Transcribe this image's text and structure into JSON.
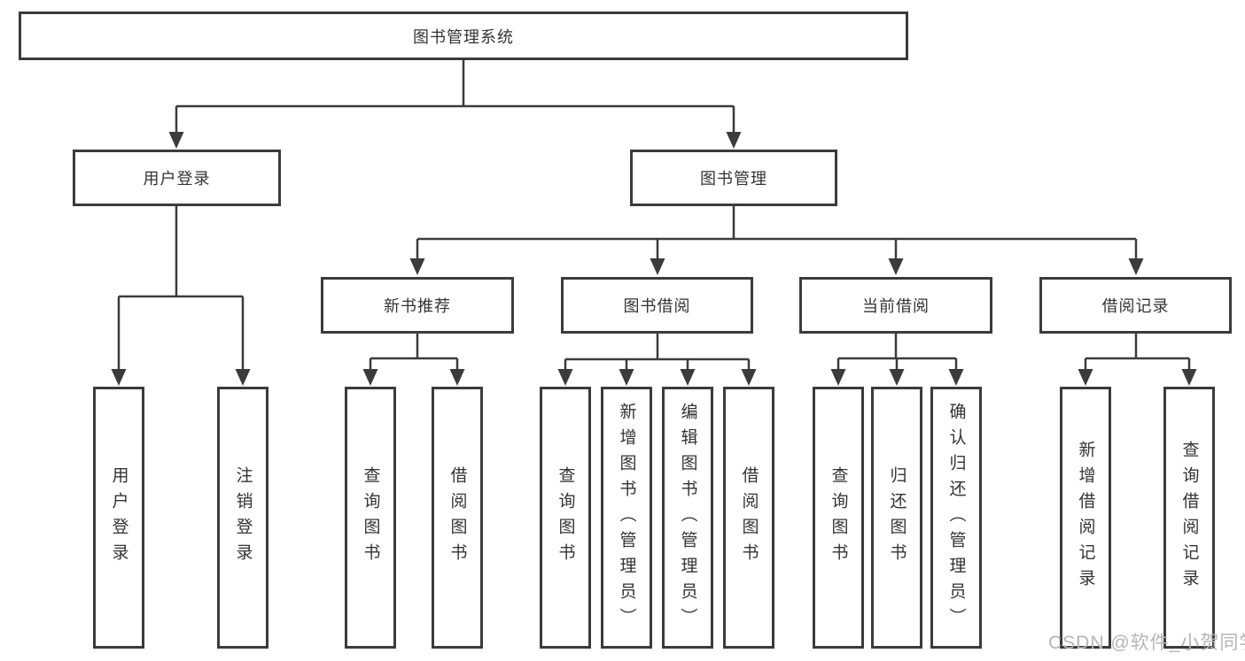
{
  "tree": {
    "root": "图书管理系统",
    "children": [
      {
        "label": "用户登录",
        "children": [
          "用户登录",
          "注销登录"
        ]
      },
      {
        "label": "图书管理",
        "children": [
          {
            "label": "新书推荐",
            "children": [
              "查询图书",
              "借阅图书"
            ]
          },
          {
            "label": "图书借阅",
            "children": [
              "查询图书",
              "新增图书（管理员）",
              "编辑图书（管理员）",
              "借阅图书"
            ]
          },
          {
            "label": "当前借阅",
            "children": [
              "查询图书",
              "归还图书",
              "确认归还（管理员）"
            ]
          },
          {
            "label": "借阅记录",
            "children": [
              "新增借阅记录",
              "查询借阅记录"
            ]
          }
        ]
      }
    ]
  },
  "watermark": {
    "text": "CSDN @软件_小贺同学"
  },
  "colors": {
    "line": "#3b3b3b",
    "text": "#333333",
    "watermark": "#b5b5b5",
    "background": "#ffffff"
  }
}
